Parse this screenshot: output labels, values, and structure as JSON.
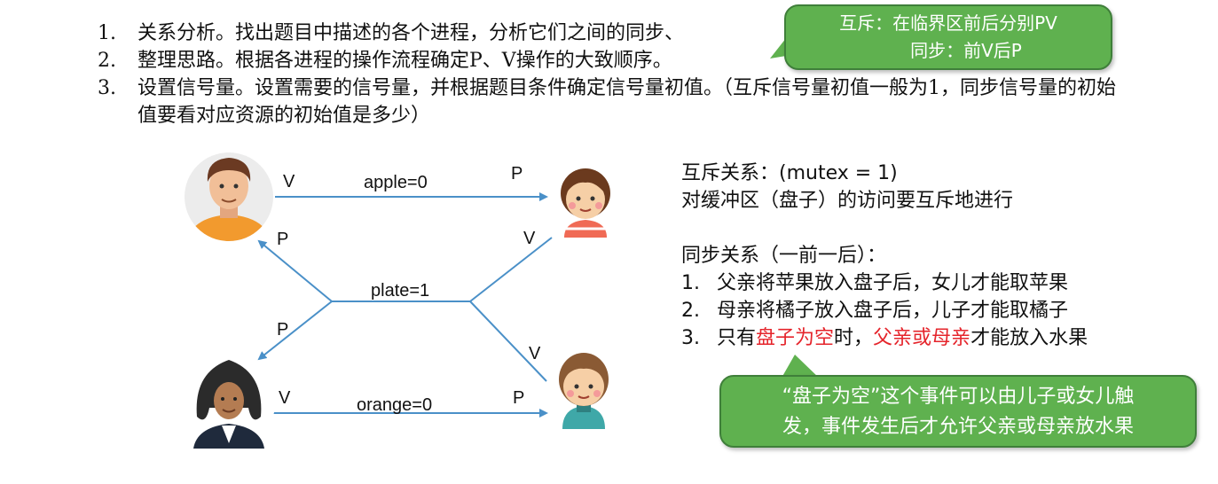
{
  "steps": [
    {
      "num": "1.",
      "text": "关系分析。找出题目中描述的各个进程，分析它们之间的同步、"
    },
    {
      "num": "2.",
      "text": "整理思路。根据各进程的操作流程确定P、V操作的大致顺序。"
    },
    {
      "num": "3.",
      "text": "设置信号量。设置需要的信号量，并根据题目条件确定信号量初值。（互斥信号量初值一般为1，同步信号量的初始值要看对应资源的初始值是多少）"
    }
  ],
  "top_callout": {
    "line1": "互斥：在临界区前后分别PV",
    "line2": "同步：前V后P"
  },
  "diagram": {
    "apple_label": "apple=0",
    "plate_label": "plate=1",
    "orange_label": "orange=0",
    "father_apple_op": "V",
    "daughter_apple_op": "P",
    "father_plate_op": "P",
    "daughter_plate_op": "V",
    "mother_plate_op": "P",
    "son_plate_op": "V",
    "mother_orange_op": "V",
    "son_orange_op": "P",
    "line_color": "#4a90c8"
  },
  "right_panel": {
    "mutex_title": "互斥关系：(mutex = 1)",
    "mutex_desc": "对缓冲区（盘子）的访问要互斥地进行",
    "sync_title": "同步关系（一前一后）：",
    "items": [
      {
        "num": "1.",
        "text": "父亲将苹果放入盘子后，女儿才能取苹果"
      },
      {
        "num": "2.",
        "text": "母亲将橘子放入盘子后，儿子才能取橘子"
      }
    ],
    "item3": {
      "num": "3.",
      "pre": "只有",
      "red1": "盘子为空",
      "mid": "时，",
      "red2": "父亲或母亲",
      "post": "才能放入水果"
    }
  },
  "bottom_callout": {
    "line1": "“盘子为空”这个事件可以由儿子或女儿触",
    "line2": "发，事件发生后才允许父亲或母亲放水果"
  },
  "colors": {
    "callout_green": "#5fb14f",
    "highlight_red": "#e5242b"
  }
}
